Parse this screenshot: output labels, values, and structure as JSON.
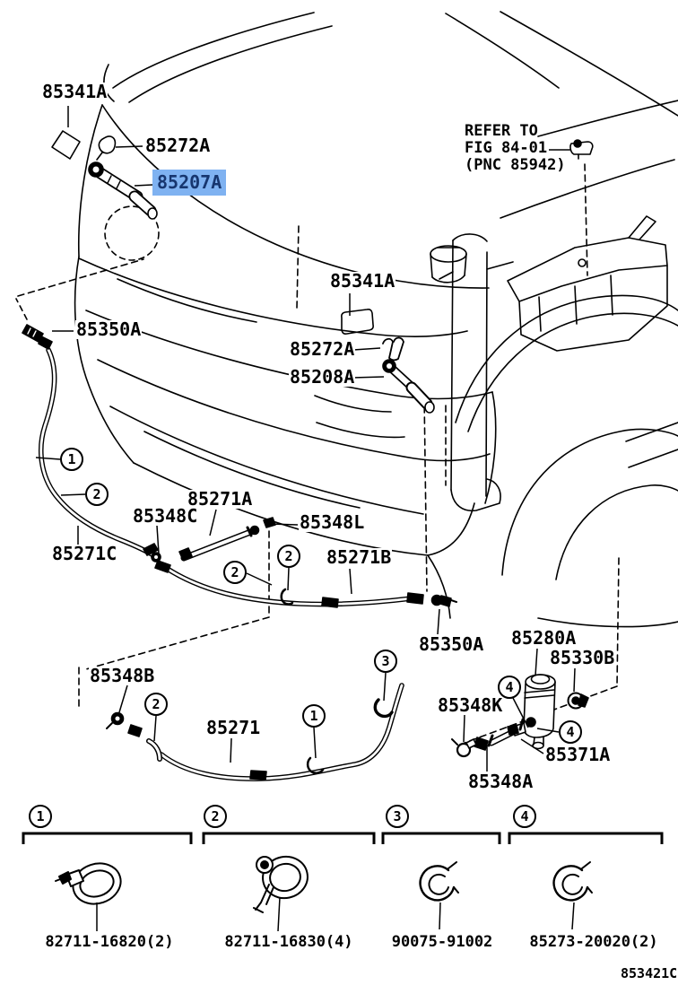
{
  "colors": {
    "highlight_bg": "#7fb2f1",
    "highlight_text": "#17366f",
    "line": "#000000"
  },
  "labels": {
    "l85341a_top": "85341A",
    "l85272a_top": "85272A",
    "l85207a": "85207A",
    "l85341a_mid": "85341A",
    "l85350a_left": "85350A",
    "l85272a_mid": "85272A",
    "l85208a": "85208A",
    "l85271a": "85271A",
    "l85348c": "85348C",
    "l85348l": "85348L",
    "l85271c": "85271C",
    "l85271b": "85271B",
    "l85350a_right": "85350A",
    "l85280a": "85280A",
    "l85330b": "85330B",
    "l85348b": "85348B",
    "l85348k": "85348K",
    "l85271": "85271",
    "l85371a": "85371A",
    "l85348a": "85348A"
  },
  "refer_note": {
    "line1": "REFER TO",
    "line2": "FIG 84-01",
    "line3": "(PNC 85942)"
  },
  "callouts": {
    "n1": "1",
    "n2": "2",
    "n3": "3",
    "n4": "4"
  },
  "legend": {
    "items": [
      {
        "num": "1",
        "part": "82711-16820(2)"
      },
      {
        "num": "2",
        "part": "82711-16830(4)"
      },
      {
        "num": "3",
        "part": "90075-91002"
      },
      {
        "num": "4",
        "part": "85273-20020(2)"
      }
    ]
  },
  "footer_code": "853421C"
}
